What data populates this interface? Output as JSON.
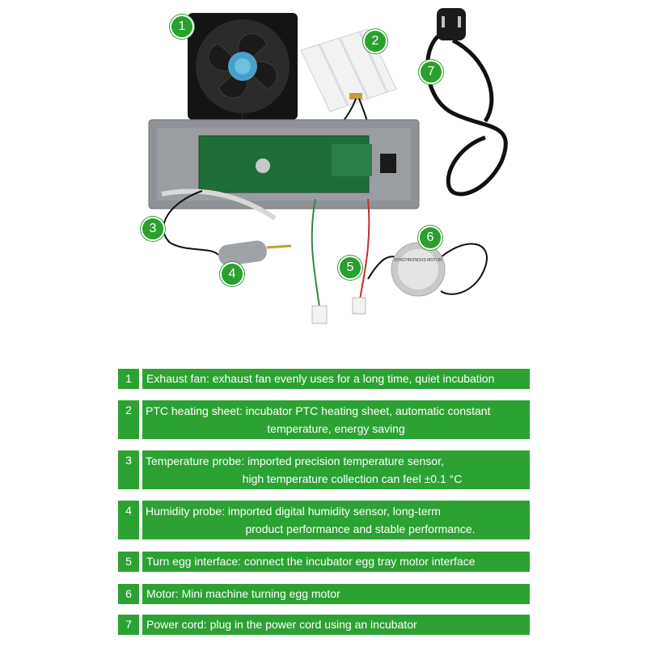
{
  "callouts": [
    "1",
    "2",
    "3",
    "4",
    "5",
    "6",
    "7"
  ],
  "motor_label": "SYNCHRONOUS MOTOR",
  "features": [
    {
      "num": "1",
      "lines": [
        "Exhaust fan: exhaust fan evenly uses for a long time, quiet incubation"
      ]
    },
    {
      "num": "2",
      "lines": [
        "PTC heating sheet: incubator PTC heating sheet, automatic constant",
        "temperature, energy saving"
      ]
    },
    {
      "num": "3",
      "lines": [
        "Temperature probe: imported precision temperature sensor,",
        "high temperature collection can feel ±0.1 °C"
      ]
    },
    {
      "num": "4",
      "lines": [
        "Humidity probe: imported digital humidity sensor, long-term",
        "product performance and stable performance."
      ]
    },
    {
      "num": "5",
      "lines": [
        "Turn egg interface: connect the incubator egg tray motor interface"
      ]
    },
    {
      "num": "6",
      "lines": [
        "Motor: Mini machine turning egg motor"
      ]
    },
    {
      "num": "7",
      "lines": [
        "Power cord: plug in the power cord using an incubator"
      ]
    }
  ],
  "colors": {
    "green": "#2ca233",
    "text": "#ffffff"
  }
}
